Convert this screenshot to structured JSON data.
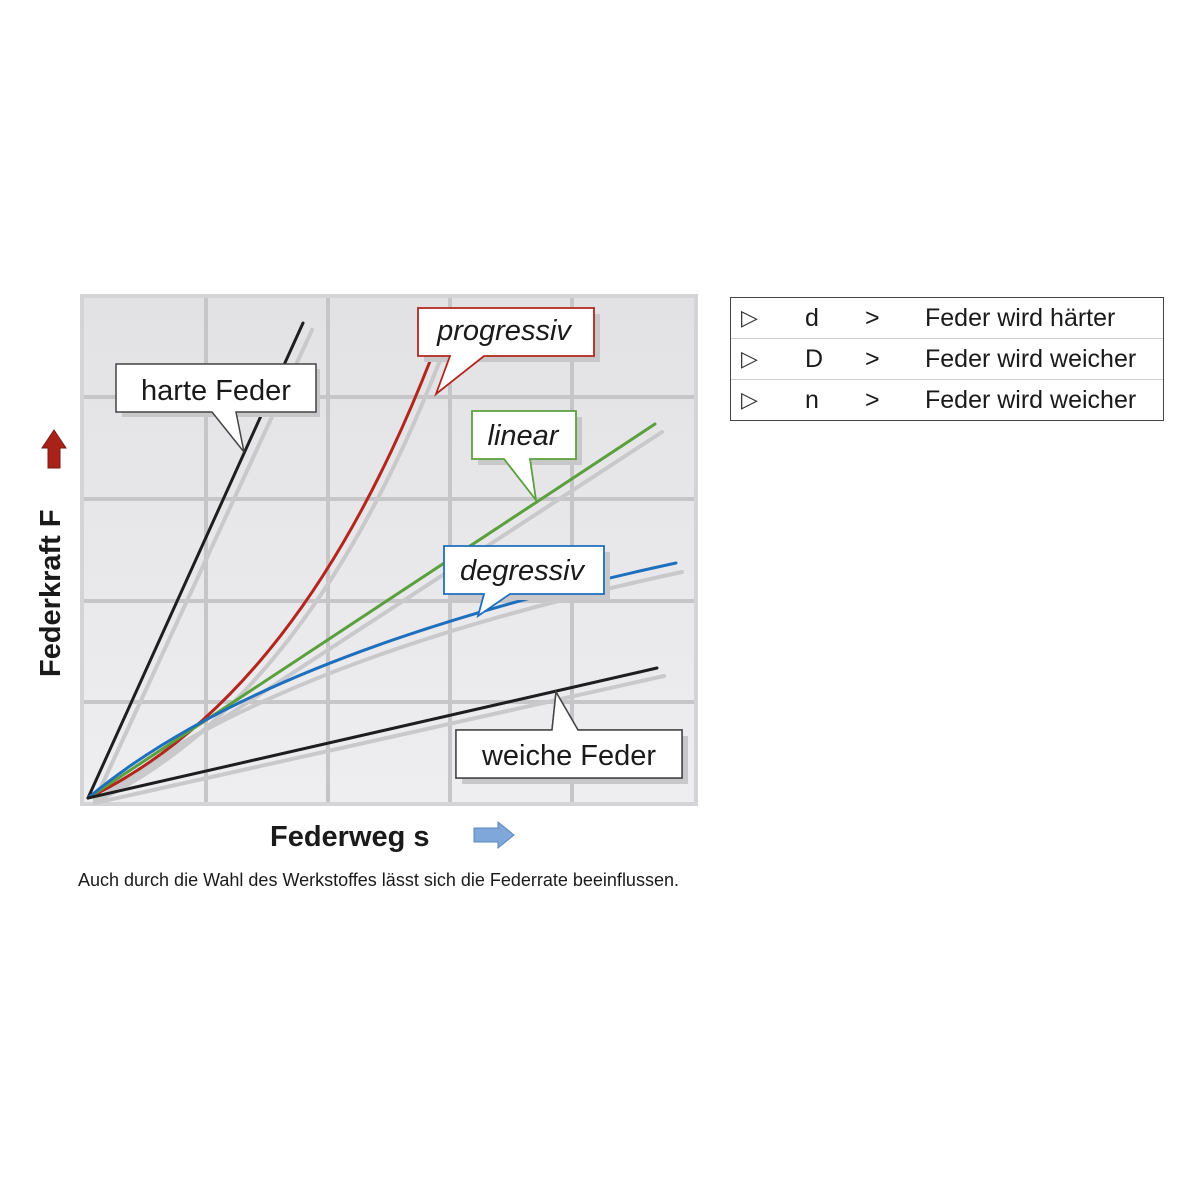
{
  "chart_data": {
    "type": "line",
    "xlabel": "Federweg s",
    "ylabel": "Federkraft F",
    "grid": true,
    "series": [
      {
        "name": "harte Feder",
        "color": "#1e1e1e",
        "shape": "linear"
      },
      {
        "name": "progressiv",
        "color": "#b3261e",
        "shape": "progressive"
      },
      {
        "name": "linear",
        "color": "#5aa03c",
        "shape": "linear"
      },
      {
        "name": "degressiv",
        "color": "#1f6fbf",
        "shape": "degressive"
      },
      {
        "name": "weiche Feder",
        "color": "#1e1e1e",
        "shape": "linear"
      }
    ]
  },
  "legend_table": {
    "bullet_symbol": "▷",
    "rows": [
      {
        "var": "d",
        "op": ">",
        "text": "Feder wird härter"
      },
      {
        "var": "D",
        "op": ">",
        "text": "Feder wird weicher"
      },
      {
        "var": "n",
        "op": ">",
        "text": "Feder wird weicher"
      }
    ]
  },
  "caption": "Auch durch die Wahl des Werkstoffes lässt sich die Federrate beeinflussen."
}
